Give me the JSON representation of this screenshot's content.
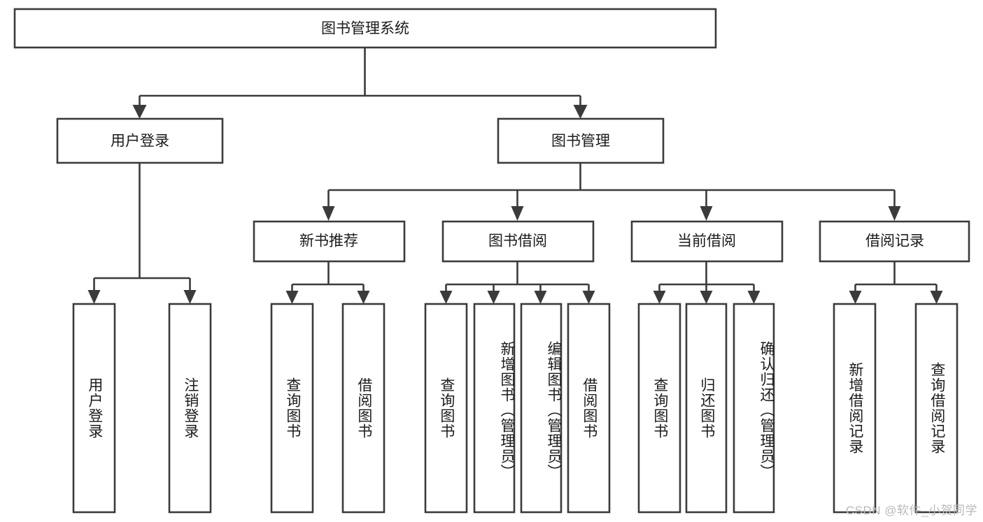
{
  "diagram": {
    "type": "hierarchy-tree",
    "title": "图书管理系统",
    "root": {
      "id": "root",
      "label": "图书管理系统"
    },
    "level2": [
      {
        "id": "user-login",
        "label": "用户登录"
      },
      {
        "id": "book-management",
        "label": "图书管理"
      }
    ],
    "level3": [
      {
        "id": "new-book-recommend",
        "label": "新书推荐",
        "parent": "book-management"
      },
      {
        "id": "book-borrow",
        "label": "图书借阅",
        "parent": "book-management"
      },
      {
        "id": "current-borrow",
        "label": "当前借阅",
        "parent": "book-management"
      },
      {
        "id": "borrow-record",
        "label": "借阅记录",
        "parent": "book-management"
      }
    ],
    "leaves": [
      {
        "id": "leaf-user-login",
        "label": "用户登录",
        "parent": "user-login"
      },
      {
        "id": "leaf-logout",
        "label": "注销登录",
        "parent": "user-login"
      },
      {
        "id": "leaf-query-book-1",
        "label": "查询图书",
        "parent": "new-book-recommend"
      },
      {
        "id": "leaf-borrow-book-1",
        "label": "借阅图书",
        "parent": "new-book-recommend"
      },
      {
        "id": "leaf-query-book-2",
        "label": "查询图书",
        "parent": "book-borrow"
      },
      {
        "id": "leaf-add-book",
        "label": "新增图书（管理员）",
        "parent": "book-borrow"
      },
      {
        "id": "leaf-edit-book",
        "label": "编辑图书（管理员）",
        "parent": "book-borrow"
      },
      {
        "id": "leaf-borrow-book-2",
        "label": "借阅图书",
        "parent": "book-borrow"
      },
      {
        "id": "leaf-query-book-3",
        "label": "查询图书",
        "parent": "current-borrow"
      },
      {
        "id": "leaf-return-book",
        "label": "归还图书",
        "parent": "current-borrow"
      },
      {
        "id": "leaf-confirm-return",
        "label": "确认归还（管理员）",
        "parent": "current-borrow"
      },
      {
        "id": "leaf-add-record",
        "label": "新增借阅记录",
        "parent": "borrow-record"
      },
      {
        "id": "leaf-query-record",
        "label": "查询借阅记录",
        "parent": "borrow-record"
      }
    ],
    "colors": {
      "stroke": "#3b3b3b",
      "fill": "#ffffff",
      "text": "#1b1b1b",
      "watermark": "#b9b9b9"
    }
  },
  "watermark": {
    "text": "CSDN @软件_小贺同学"
  }
}
